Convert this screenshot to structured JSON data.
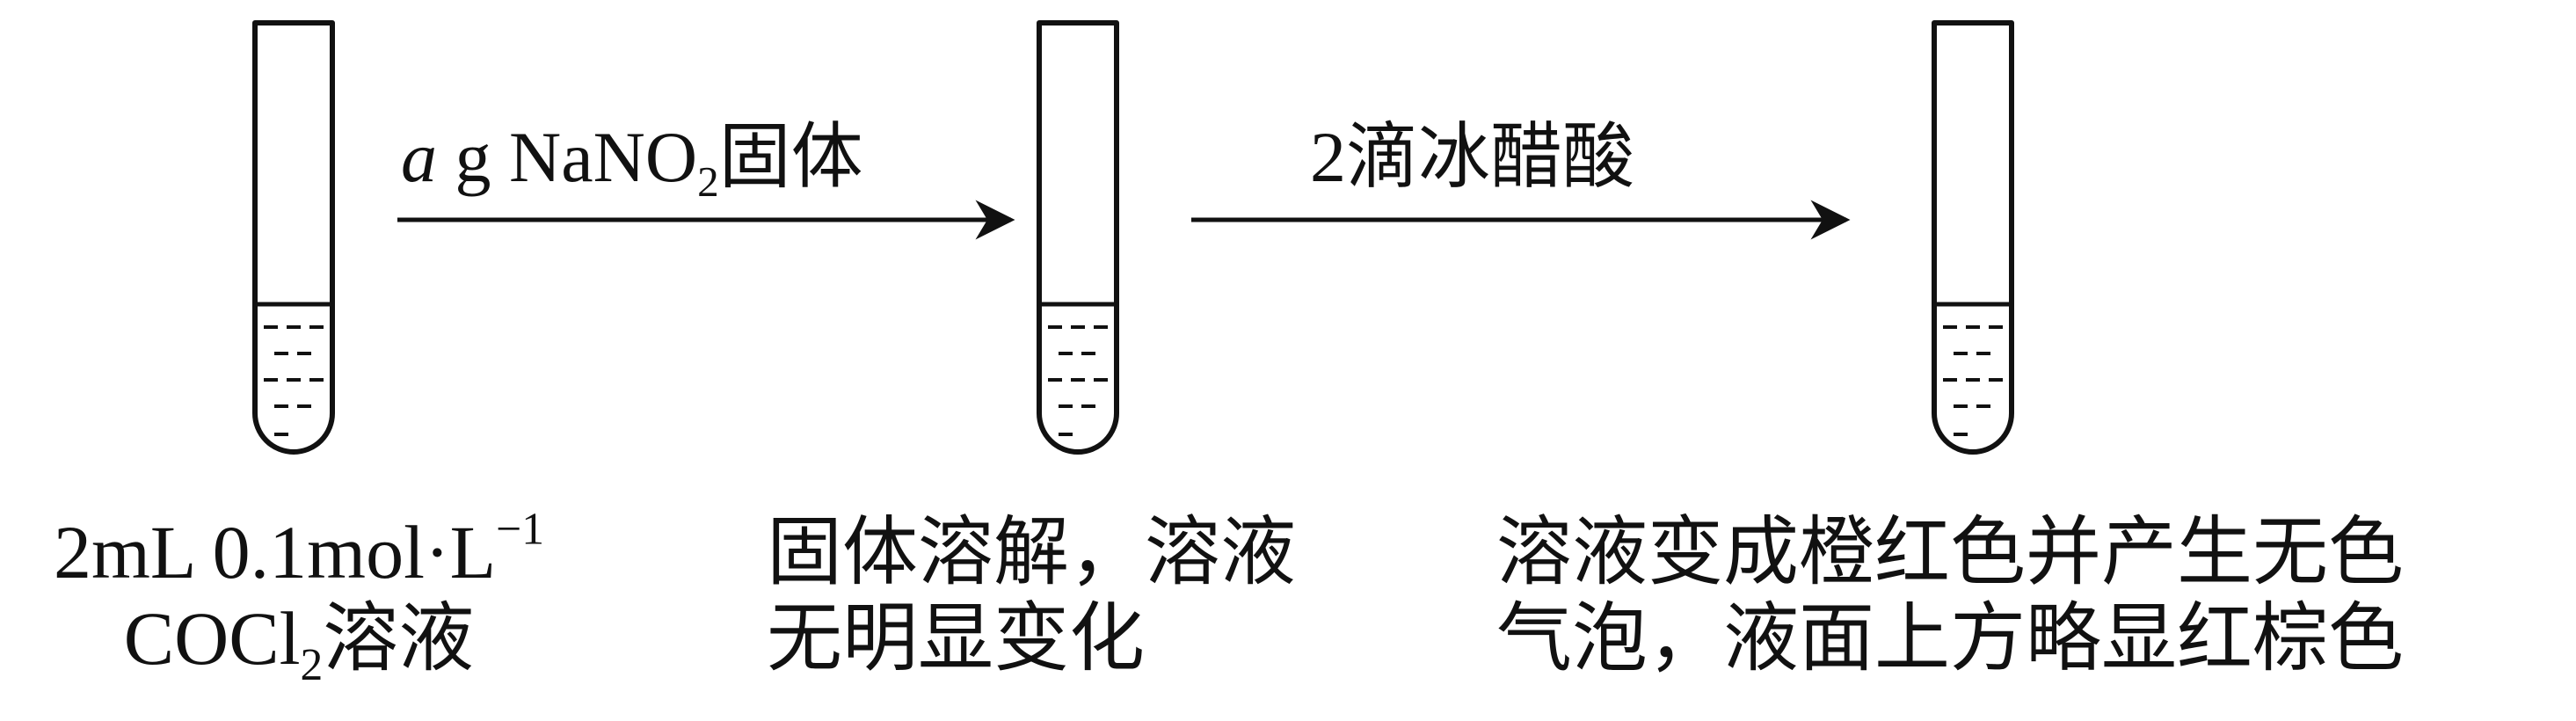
{
  "tubes": [
    {
      "name": "tube-1"
    },
    {
      "name": "tube-2"
    },
    {
      "name": "tube-3"
    }
  ],
  "arrows": [
    {
      "label_italic": "a",
      "label_main": " g NaNO",
      "label_sub": "2",
      "label_tail": "固体"
    },
    {
      "label": "2滴冰醋酸"
    }
  ],
  "notes": {
    "tube1": {
      "line1_main": "2mL 0.1mol·L",
      "line1_sup": "−1",
      "line2_main": "COCl",
      "line2_sub": "2",
      "line2_tail": "溶液"
    },
    "tube2": {
      "line1": "固体溶解，溶液",
      "line2": "无明显变化"
    },
    "tube3": {
      "line1": "溶液变成橙红色并产生无色",
      "line2": "气泡，液面上方略显红棕色"
    }
  },
  "colors": {
    "ink": "#111111",
    "background": "#ffffff"
  }
}
